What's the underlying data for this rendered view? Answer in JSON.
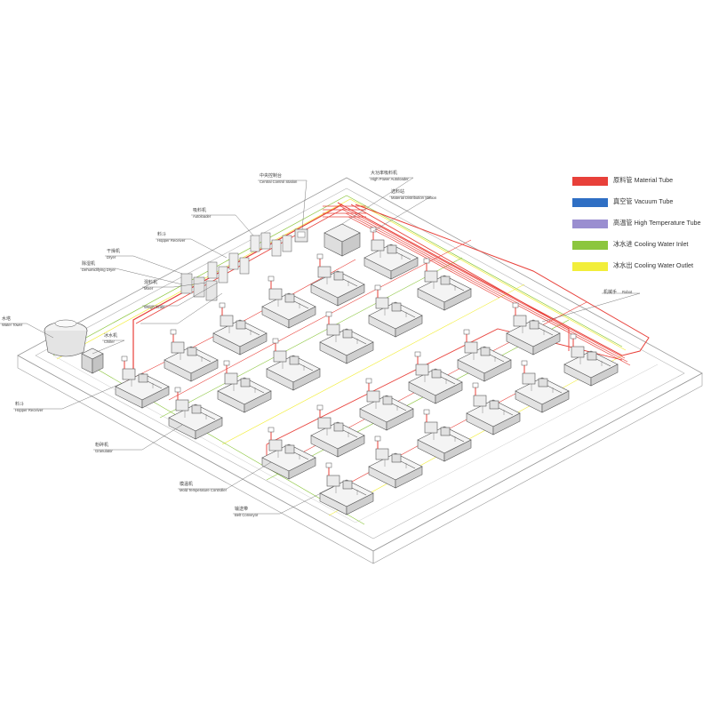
{
  "legend": [
    {
      "zh": "原料管",
      "en": "Material Tube",
      "color": "#e8403a"
    },
    {
      "zh": "真空管",
      "en": "Vacuum Tube",
      "color": "#2f6fc4"
    },
    {
      "zh": "高温管",
      "en": "High Temperature Tube",
      "color": "#9a8ed0"
    },
    {
      "zh": "冰水进",
      "en": "Cooling Water Inlet",
      "color": "#8cc63e"
    },
    {
      "zh": "冰水出",
      "en": "Cooling Water Outlet",
      "color": "#f2ee3a"
    }
  ],
  "labels": {
    "central_control": {
      "zh": "中央控制台",
      "en": "Central Control Station"
    },
    "high_power_autoloader": {
      "zh": "大功率吸料机",
      "en": "High Power Autoloader"
    },
    "material_distribution": {
      "zh": "选料站",
      "en": "Material Distribution Station"
    },
    "autoloader": {
      "zh": "吸料机",
      "en": "Autoloader"
    },
    "hopper_receiver_top": {
      "zh": "料斗",
      "en": "Hopper Receiver"
    },
    "dryer": {
      "zh": "干燥机",
      "en": "Dryer"
    },
    "dehumidifying_dryer": {
      "zh": "除湿机",
      "en": "Dehumidifying Dryer"
    },
    "mixer": {
      "zh": "混料机",
      "en": "Mixer"
    },
    "weight_scale": {
      "zh": "",
      "en": "Weigh Scale"
    },
    "water_tower": {
      "zh": "水塔",
      "en": "Water Tower"
    },
    "chiller": {
      "zh": "冰水机",
      "en": "Chiller"
    },
    "hopper_receiver": {
      "zh": "料斗",
      "en": "Hopper Receiver"
    },
    "granulator": {
      "zh": "粉碎机",
      "en": "Granulator"
    },
    "mold_temperature": {
      "zh": "模温机",
      "en": "Mold Temperature Controller"
    },
    "belt_conveyor": {
      "zh": "输送带",
      "en": "Belt Conveyor"
    },
    "robot": {
      "zh": "机械手",
      "en": "Robot"
    }
  }
}
